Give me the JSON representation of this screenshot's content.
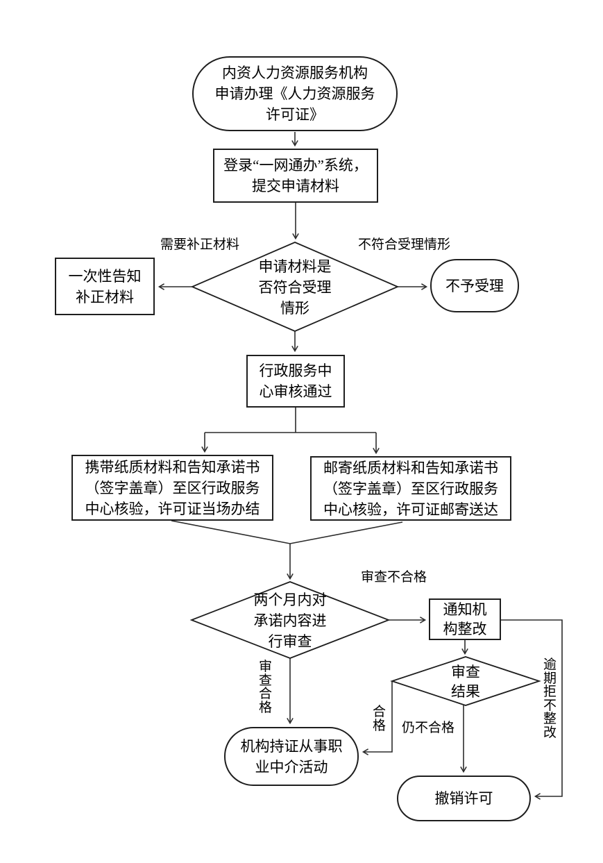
{
  "flowchart": {
    "background": "#ffffff",
    "line_color": "#2b2b2b",
    "text_color": "#000000",
    "nodes": {
      "start": "内资人力资源服务机构\n申请办理《人力资源服务\n许可证》",
      "login": "登录“一网通办”系统，\n提交申请材料",
      "acceptance_decision": "申请材料是\n否符合受理\n情形",
      "supplement_notice": "一次性告知\n补正材料",
      "reject": "不予受理",
      "center_review": "行政服务中\n心审核通过",
      "bring_materials": "携带纸质材料和告知承诺书\n（签字盖章）至区行政服务\n中心核验，许可证当场办结",
      "mail_materials": "邮寄纸质材料和告知承诺书\n（签字盖章）至区行政服务\n中心核验，许可证邮寄送达",
      "commitment_review": "两个月内对\n承诺内容进\n行审查",
      "notify_rectify": "通知机\n构整改",
      "review_result": "审查\n结果",
      "operate": "机构持证从事职\n业中介活动",
      "revoke": "撤销许可"
    },
    "edge_labels": {
      "need_supplement": "需要补正材料",
      "not_acceptable": "不符合受理情形",
      "review_fail": "审查不合格",
      "review_pass": "审查合格",
      "pass": "合格",
      "still_fail": "仍不合格",
      "overdue_refuse": "逾期拒不整改"
    }
  }
}
